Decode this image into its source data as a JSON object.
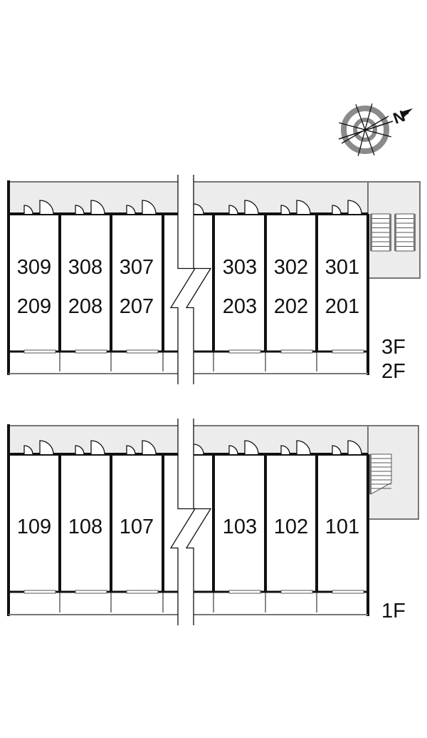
{
  "compass": {
    "north_label": "N"
  },
  "upper_block": {
    "rooms_3f": [
      "309",
      "308",
      "307",
      "303",
      "302",
      "301"
    ],
    "rooms_2f": [
      "209",
      "208",
      "207",
      "203",
      "202",
      "201"
    ],
    "floor_labels": [
      "3F",
      "2F"
    ]
  },
  "lower_block": {
    "rooms_1f": [
      "109",
      "108",
      "107",
      "103",
      "102",
      "101"
    ],
    "floor_labels": [
      "1F"
    ]
  },
  "colors": {
    "corridor": "#ececec",
    "wall": "#111111",
    "compass_ring": "#8a8a8a"
  }
}
